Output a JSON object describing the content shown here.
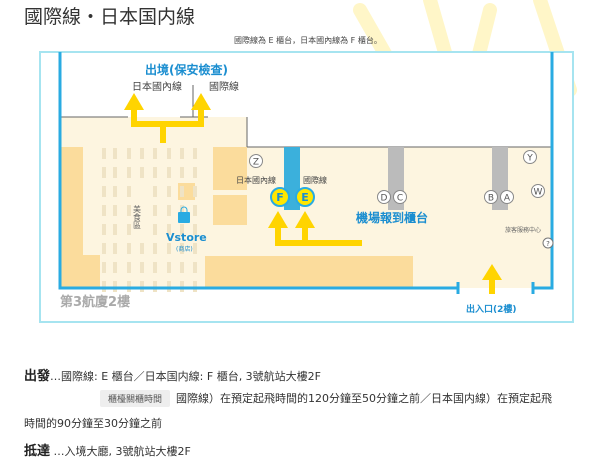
{
  "title": "國際線・日本国内線",
  "note": "國際線為 E 櫃台，日本國內線為 F 櫃台。",
  "map": {
    "departure_label": "出境(保安檢查)",
    "dep_domestic": "日本國內線",
    "dep_international": "國際線",
    "food_court": "美食區",
    "store_name": "Vstore",
    "store_sub": "(商店)",
    "counter_domestic": "日本國內線",
    "counter_international": "國際線",
    "counter_f": "F",
    "counter_e": "E",
    "checkin_label": "機場報到櫃台",
    "counters": [
      "Z",
      "D",
      "C",
      "B",
      "A",
      "Y",
      "W"
    ],
    "info_center": "旅客服務中心",
    "info_icon": "?",
    "floor_label": "第3航廈2樓",
    "entrance_label": "出入口(2樓)",
    "colors": {
      "wall": "#29abe2",
      "floor": "#fdf5e0",
      "block": "#fbdc9c",
      "arrow": "#ffd400",
      "blue_text": "#1b8ed0"
    }
  },
  "info": {
    "departure_head": "出發",
    "departure_text": "…國際線: E 櫃台／日本国内線: F 櫃台, 3號航站大樓2F",
    "counter_tag": "櫃檯關櫃時間",
    "counter_text": "國際線）在預定起飛時間的120分鐘至50分鐘之前／日本国内線）在預定起飛",
    "counter_text_cont": "時間的90分鐘至30分鐘之前",
    "arrival_head": "抵達",
    "arrival_text": " …入境大廳, 3號航站大樓2F"
  }
}
